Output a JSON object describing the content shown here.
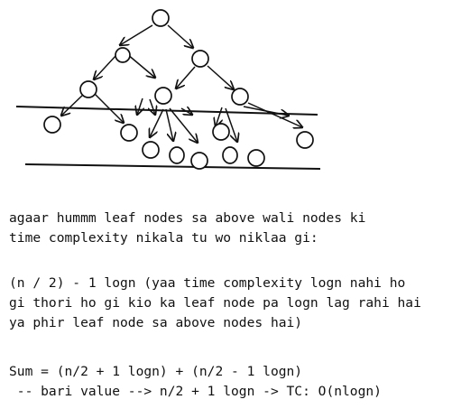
{
  "colors": {
    "ink": "#111111",
    "background": "#ffffff"
  },
  "notes": {
    "para1_line1": "agaar hummm leaf nodes sa above wali nodes ki",
    "para1_line2": "time complexity nikala tu wo niklaa gi:",
    "para2_line1": "(n / 2) - 1 logn (yaa time complexity logn nahi ho",
    "para2_line2": "gi thori ho gi kio ka leaf node pa logn lag rahi hai",
    "para2_line3": "ya phir leaf node sa above nodes hai)",
    "sum_line1": "Sum = (n/2 + 1 logn) + (n/2 - 1 logn)",
    "sum_line2": " -- bari value --> n/2 + 1 logn -> TC: O(nlogn)"
  }
}
